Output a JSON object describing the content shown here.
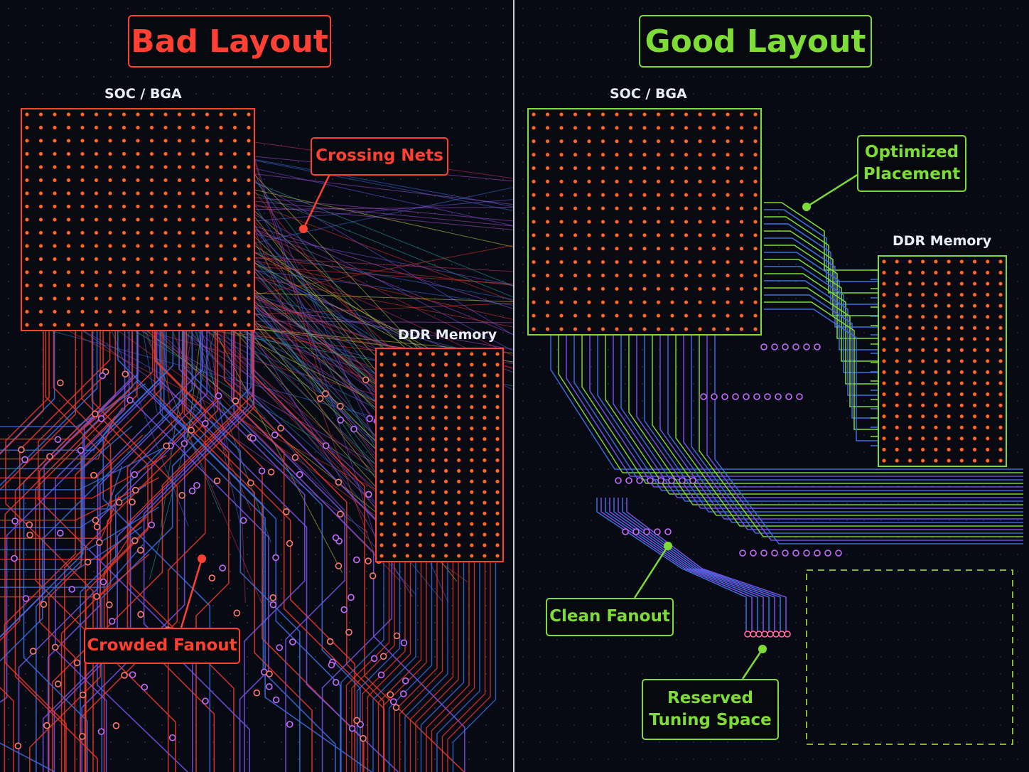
{
  "bad_panel": {
    "title": "Bad Layout",
    "soc_label": "SOC / BGA",
    "ddr_label": "DDR Memory",
    "callout_crossing": "Crossing Nets",
    "callout_fanout": "Crowded Fanout",
    "accent_color": "#ff4032"
  },
  "good_panel": {
    "title": "Good Layout",
    "soc_label": "SOC / BGA",
    "ddr_label": "DDR Memory",
    "callout_placement_line1": "Optimized",
    "callout_placement_line2": "Placement",
    "callout_fanout": "Clean Fanout",
    "callout_tuning_line1": "Reserved",
    "callout_tuning_line2": "Tuning Space",
    "accent_color": "#7ddc35"
  },
  "colors": {
    "background": "#070a13",
    "pad": "#ff6a2a",
    "trace_red": "#e8382c",
    "trace_blue": "#3b6fe0",
    "trace_violet": "#7a52e8",
    "trace_green": "#7ddc35"
  }
}
